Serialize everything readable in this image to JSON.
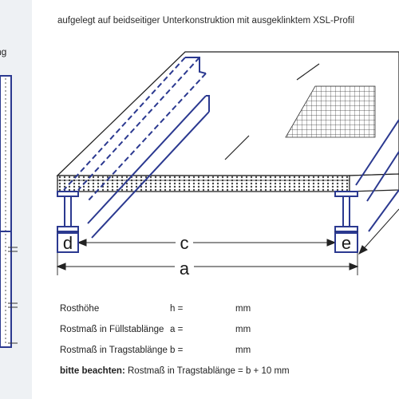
{
  "caption": "aufgelegt auf beidseitiger Unterkonstruktion mit ausgeklinktem XSL-Profil",
  "left_fragment": "ng",
  "dimensions": {
    "d": "d",
    "c": "c",
    "e": "e",
    "a": "a"
  },
  "rows": [
    {
      "label": "Rosthöhe",
      "symbol": "h =",
      "unit": "mm"
    },
    {
      "label": "Rostmaß in Füllstablänge",
      "symbol": "a =",
      "unit": "mm"
    },
    {
      "label": "Rostmaß in Tragstablänge",
      "symbol": "b =",
      "unit": "mm"
    }
  ],
  "note": {
    "bold": "bitte beachten:",
    "text": " Rostmaß in Tragstablänge = b + 10 mm"
  },
  "colors": {
    "profile": "#2b3990",
    "outline": "#222222",
    "strip": "#eef1f4"
  }
}
